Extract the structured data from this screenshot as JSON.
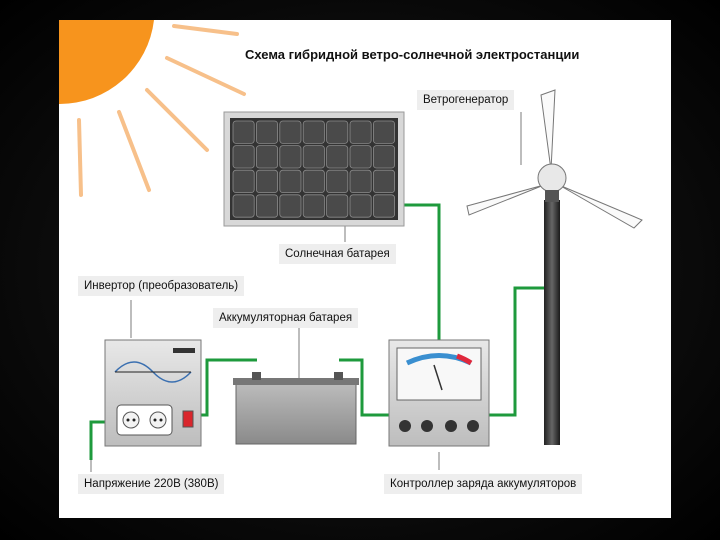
{
  "diagram": {
    "title": "Схема гибридной ветро-солнечной электростанции",
    "labels": {
      "wind_generator": "Ветрогенератор",
      "solar_panel": "Солнечная батарея",
      "inverter": "Инвертор (преобразователь)",
      "battery": "Аккумуляторная батарея",
      "voltage": "Напряжение 220В (380В)",
      "charge_controller": "Контроллер заряда аккумуляторов"
    }
  },
  "colors": {
    "sun": "#f7941d",
    "wire": "#1e9a3c",
    "leader_line": "#999999",
    "label_bg": "#eeeeee",
    "gauge_red": "#e0283c",
    "gauge_blue": "#3a8fd0",
    "device_body": "#dcdcdc"
  },
  "icons": {
    "sun": "sun-icon",
    "solar_panel": "solar-panel-icon",
    "wind_turbine": "wind-turbine-icon",
    "inverter": "inverter-icon",
    "battery": "battery-icon",
    "controller": "charge-controller-icon",
    "socket": "power-socket-icon"
  }
}
